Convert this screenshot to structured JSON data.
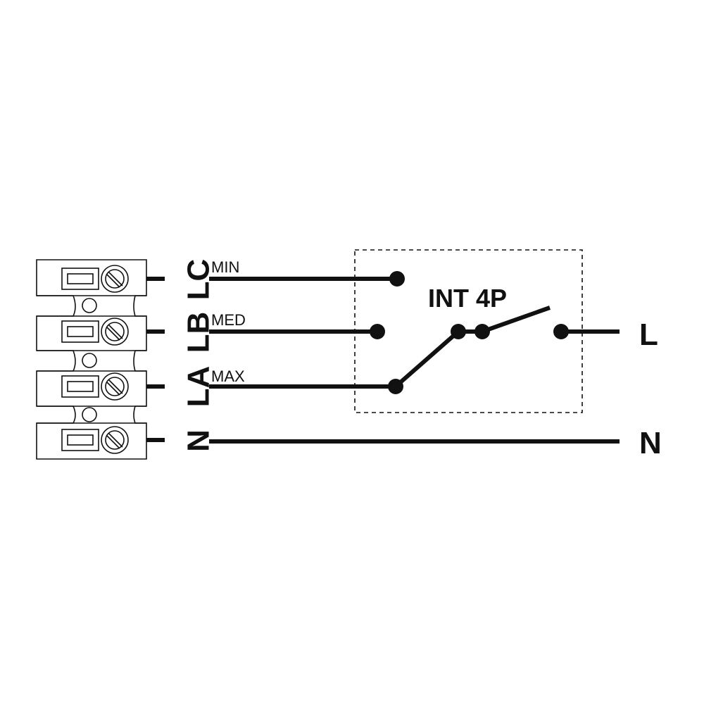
{
  "terminals": [
    {
      "id": "LC",
      "label": "LC",
      "wire": "MIN"
    },
    {
      "id": "LB",
      "label": "LB",
      "wire": "MED"
    },
    {
      "id": "LA",
      "label": "LA",
      "wire": "MAX"
    },
    {
      "id": "N",
      "label": "N",
      "wire": ""
    }
  ],
  "switch": {
    "label": "INT 4P"
  },
  "supply": {
    "live": "L",
    "neutral": "N"
  },
  "colors": {
    "ink": "#111111",
    "background": "#ffffff"
  }
}
